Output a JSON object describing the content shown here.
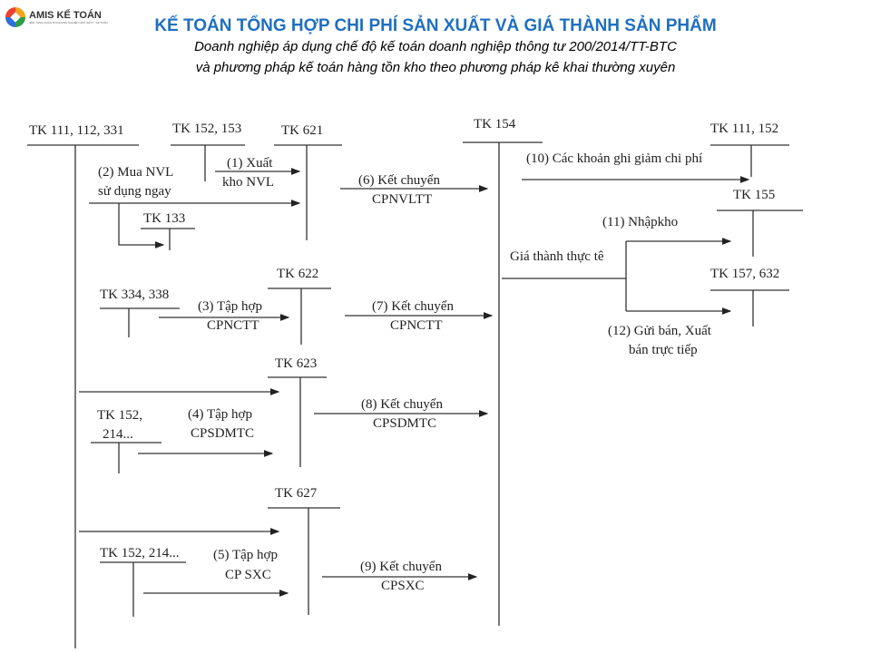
{
  "logo": {
    "name": "AMIS KẾ TOÁN",
    "tagline": "NỀN TẢNG QUẢN TRỊ DOANH NGHIỆP HỢP NHẤT - KẾ TOÁN"
  },
  "header": {
    "title": "KẾ TOÁN TỔNG HỢP CHI PHÍ SẢN XUẤT VÀ GIÁ THÀNH SẢN PHẨM",
    "subtitle1": "Doanh nghiệp áp dụng chế độ kế toán doanh nghiệp thông tư 200/2014/TT-BTC",
    "subtitle2": "và phương pháp kế toán hàng tồn kho theo phương pháp kê khai thường xuyên"
  },
  "accounts": {
    "tk111": "TK 111, 112, 331",
    "tk152_153": "TK 152, 153",
    "tk621": "TK 621",
    "tk133": "TK 133",
    "tk154": "TK 154",
    "tk111_152": "TK 111, 152",
    "tk155": "TK 155",
    "tk157_632": "TK 157, 632",
    "tk622": "TK 622",
    "tk334_338": "TK 334, 338",
    "tk623": "TK 623",
    "tk152_214a_1": "TK 152,",
    "tk152_214a_2": "214...",
    "tk627": "TK  627",
    "tk152_214b": "TK 152, 214..."
  },
  "flows": {
    "f1": [
      "(1) Xuất",
      "kho NVL"
    ],
    "f2": [
      "(2) Mua NVL",
      "sử dụng ngay"
    ],
    "f3": [
      "(3) Tập hợp",
      "CPNCTT"
    ],
    "f4": [
      "(4) Tập hợp",
      "CPSDMTC"
    ],
    "f5": [
      "(5) Tập hợp",
      "CP SXC"
    ],
    "f6": [
      "(6) Kết chuyển",
      "CPNVLTT"
    ],
    "f7": [
      "(7) Kết chuyển",
      "CPNCTT"
    ],
    "f8": [
      "(8) Kết chuyển",
      "CPSDMTC"
    ],
    "f9": [
      "(9) Kết chuyển",
      "CPSXC"
    ],
    "f10": "(10) Các khoản ghi giảm chi phí",
    "f11": "(11) Nhậpkho",
    "f12": [
      "(12) Gửi bán, Xuất",
      "bán trực tiếp"
    ],
    "cost": "Giá thành thực tê"
  }
}
